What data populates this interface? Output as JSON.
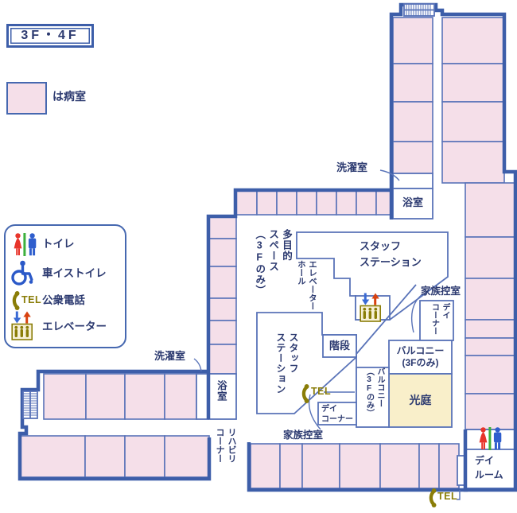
{
  "title": "3F・4F",
  "room_legend": {
    "label": "は病室"
  },
  "legend": {
    "items": [
      {
        "icon": "toilet-icon",
        "label": "トイレ"
      },
      {
        "icon": "wheelchair-icon",
        "label": "車イストイレ"
      },
      {
        "icon": "phone-icon",
        "label": "公衆電話"
      },
      {
        "icon": "elevator-icon",
        "label": "エレベーター"
      }
    ]
  },
  "labels": {
    "laundry_top": "洗濯室",
    "bath_top": "浴室",
    "staff_station_top": "スタッフ\nステーション",
    "multipurpose": "多目的\nスペース\n（3Fのみ）",
    "elevator_hall": "エレベーター\nホール",
    "family_room_right": "家族控室",
    "day_corner_right": "デイ\nコーナー",
    "balcony_box": "バルコニー\n(3Fのみ)",
    "light_court": "光庭",
    "stairs": "階段",
    "staff_station_lower": "スタッフ\nステーション",
    "balcony_vertical": "バルコニー\n（3Fのみ）",
    "day_corner_bottom": "デイ\nコーナー",
    "family_room_bottom": "家族控室",
    "laundry_left": "洗濯室",
    "bath_left": "浴室",
    "rehab_corner": "リハビリ\nコーナー",
    "day_room": "デイ\nルーム",
    "tel": "TEL"
  },
  "colors": {
    "wall": "#3d5ea9",
    "room_border": "#5973b8",
    "patient_room_fill": "#f5dfe9",
    "light_court_fill": "#f9efca",
    "text": "#2c3a70",
    "phone": "#8a7d08",
    "elevator_up_arrow": "#d8420f",
    "elevator_down_arrow": "#3a6ad4",
    "toilet_female": "#e8352b",
    "toilet_divider": "#3db03d",
    "toilet_male": "#2f5ecd",
    "wheelchair": "#2b59c8"
  }
}
